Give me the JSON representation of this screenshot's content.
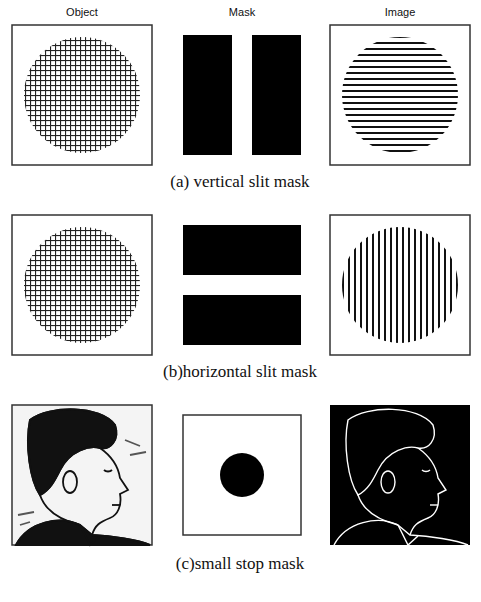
{
  "diagram": {
    "labels": [
      "Object",
      "Mask",
      "Image",
      "(a) vertical slit mask",
      "(b)horizontal slit mask",
      "(c)small stop mask"
    ]
  }
}
